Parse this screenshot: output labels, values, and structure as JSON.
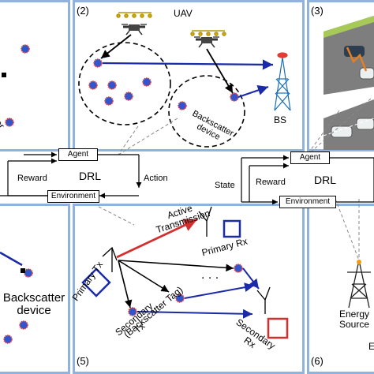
{
  "panels": {
    "p2": {
      "number": "(2)",
      "title": "UAV",
      "device": "Backscatter device",
      "bs": "BS"
    },
    "p3": {
      "number": "(3)"
    },
    "p5": {
      "number": "(5)",
      "active_tx": "Active Transmission",
      "primary_rx": "Primary Rx",
      "primary_tx": "Primary Tx",
      "secondary_tx": "Secondary Tx",
      "backscatter_tag": "(Backscatter Tag)",
      "secondary_rx": "Secondary Rx",
      "dots": ". . ."
    },
    "p6": {
      "number": "(6)",
      "energy": "Energy Source",
      "partial": "E"
    },
    "p1": {
      "device": "Backscatter device"
    },
    "p4": {
      "device": "Backscatter device"
    }
  },
  "drl_left": {
    "agent": "Agent",
    "environment": "Environment",
    "reward": "Reward",
    "action": "Action",
    "title": "DRL"
  },
  "drl_right": {
    "agent": "Agent",
    "environment": "Environment",
    "reward": "Reward",
    "state": "State",
    "title": "DRL"
  },
  "colors": {
    "panel_border": "#8fb3dd",
    "device_fill": "#3355cc",
    "device_ring": "#e53935",
    "link": "#1a2aa8",
    "active_link": "#d32f2f"
  }
}
